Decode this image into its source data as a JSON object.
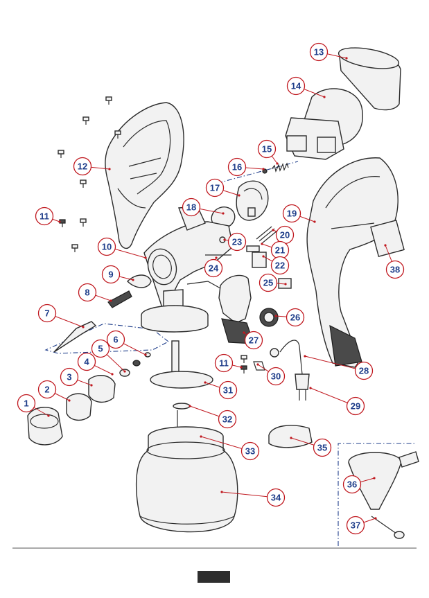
{
  "parts": [
    {
      "number": "1"
    },
    {
      "number": "2"
    },
    {
      "number": "3"
    },
    {
      "number": "4"
    },
    {
      "number": "5"
    },
    {
      "number": "6"
    },
    {
      "number": "7"
    },
    {
      "number": "8"
    },
    {
      "number": "9"
    },
    {
      "number": "10"
    },
    {
      "number": "11"
    },
    {
      "number": "11"
    },
    {
      "number": "12"
    },
    {
      "number": "13"
    },
    {
      "number": "14"
    },
    {
      "number": "15"
    },
    {
      "number": "16"
    },
    {
      "number": "17"
    },
    {
      "number": "18"
    },
    {
      "number": "19"
    },
    {
      "number": "20"
    },
    {
      "number": "21"
    },
    {
      "number": "22"
    },
    {
      "number": "23"
    },
    {
      "number": "24"
    },
    {
      "number": "25"
    },
    {
      "number": "26"
    },
    {
      "number": "27"
    },
    {
      "number": "28"
    },
    {
      "number": "29"
    },
    {
      "number": "30"
    },
    {
      "number": "31"
    },
    {
      "number": "32"
    },
    {
      "number": "33"
    },
    {
      "number": "34"
    },
    {
      "number": "35"
    },
    {
      "number": "36"
    },
    {
      "number": "37"
    },
    {
      "number": "38"
    }
  ],
  "colors": {
    "callout_text": "#1e3d8a",
    "callout_border": "#c0181f",
    "leader_line": "#c0181f",
    "group_dash": "#1e3d8a",
    "page_label_bg": "#2e2e2e"
  },
  "footer": {
    "page_label": ""
  }
}
